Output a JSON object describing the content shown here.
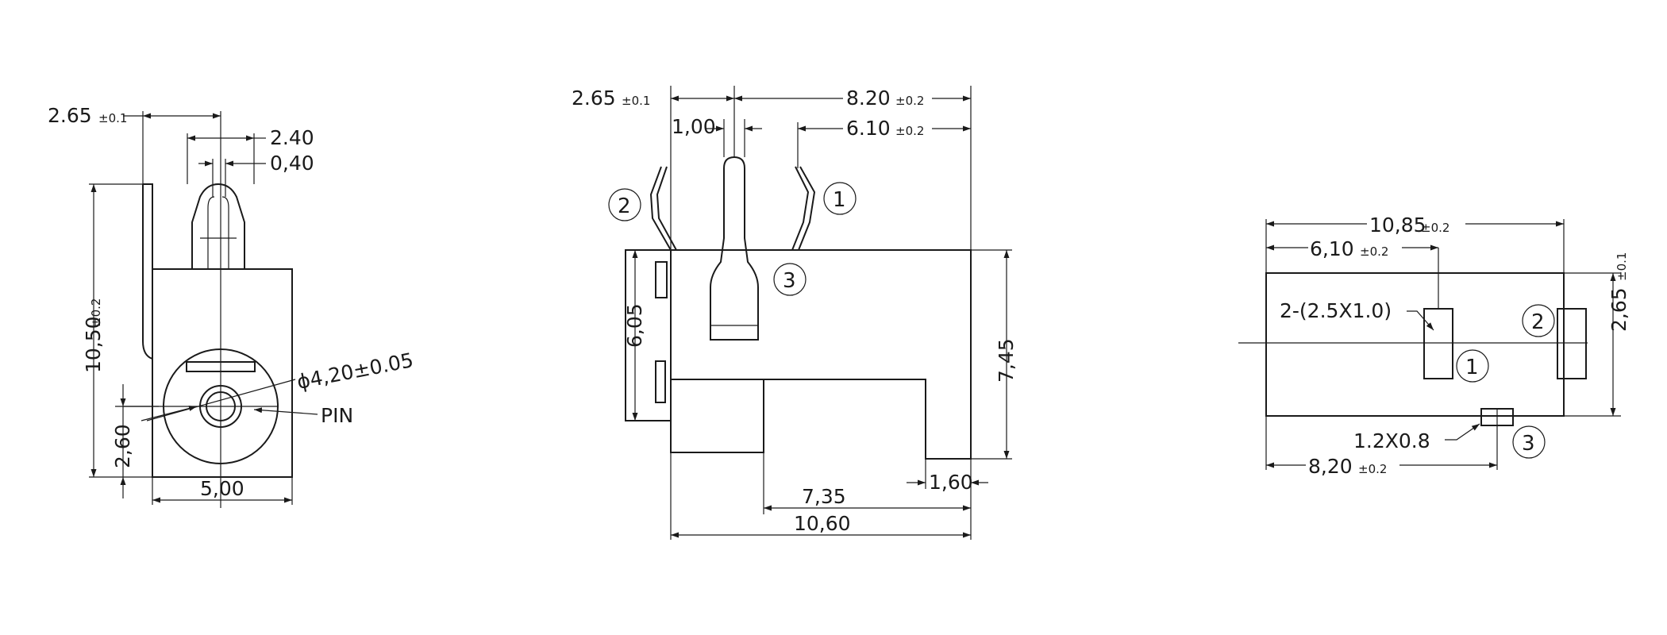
{
  "front_view": {
    "d_lead_offset": "2.65",
    "d_lead_offset_tol": "±0.1",
    "d_pin_width": "2.40",
    "d_pin_slot": "0,40",
    "d_height": "10,50",
    "d_height_tol": "±0.2",
    "d_bore": "ϕ4,20±0.05",
    "d_pin_label": "PIN",
    "d_center_height": "2,60",
    "d_width": "5,00"
  },
  "side_view": {
    "d_lead2_offset": "2.65",
    "d_lead2_offset_tol": "±0.1",
    "d_pin_thickness": "1,00",
    "d_lead_spacing": "8.20",
    "d_lead_spacing_tol": "±0.2",
    "d_lead1_offset": "6.10",
    "d_lead1_offset_tol": "±0.2",
    "d_front_height": "6,05",
    "d_total_height": "7,45",
    "d_step": "1,60",
    "d_base_length": "7,35",
    "d_total_length": "10,60",
    "pin_1": "1",
    "pin_2": "2",
    "pin_3": "3"
  },
  "bottom_view": {
    "d_total_length": "10,85",
    "d_total_length_tol": "±0.2",
    "d_pad1_pos": "6,10",
    "d_pad1_pos_tol": "±0.2",
    "d_slots": "2-(2.5X1.0)",
    "d_width": "2,65",
    "d_width_tol": "±0.1",
    "d_small_slot": "1.2X0.8",
    "d_pad3_pos": "8,20",
    "d_pad3_pos_tol": "±0.2",
    "pin_1": "1",
    "pin_2": "2",
    "pin_3": "3"
  }
}
